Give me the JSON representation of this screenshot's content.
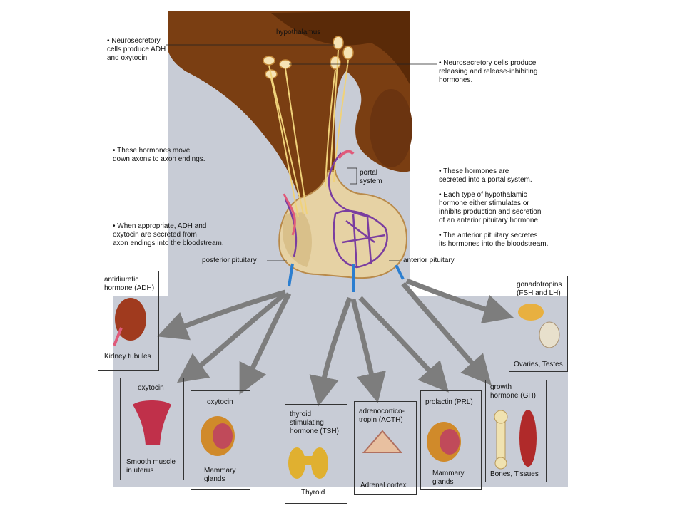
{
  "labels": {
    "hypothalamus": "hypothalamus",
    "neuro_adh": "• Neurosecretory\n  cells produce ADH\n  and oxytocin.",
    "neuro_releasing": "• Neurosecretory cells produce\n  releasing and release-inhibiting\n  hormones.",
    "hormones_move": "• These hormones move\n  down axons to axon endings.",
    "when_appropriate": "• When appropriate, ADH and\n  oxytocin are secreted from\n  axon endings into the bloodstream.",
    "portal_system": "portal\nsystem",
    "secreted_portal": "• These hormones are\n  secreted into a portal system.",
    "each_type": "• Each type of hypothalamic\n  hormone either stimulates or\n  inhibits production and secretion\n  of an anterior pituitary hormone.",
    "anterior_secretes": "• The anterior pituitary secretes\n  its hormones into the bloodstream.",
    "posterior_pituitary": "posterior pituitary",
    "anterior_pituitary": "anterior pituitary"
  },
  "targets": [
    {
      "hormone": "antidiuretic\nhormone (ADH)",
      "organ": "Kidney tubules"
    },
    {
      "hormone": "oxytocin",
      "organ": "Smooth muscle\nin uterus"
    },
    {
      "hormone": "oxytocin",
      "organ": "Mammary\nglands"
    },
    {
      "hormone": "thyroid\nstimulating\nhormone (TSH)",
      "organ": "Thyroid"
    },
    {
      "hormone": "adrenocortico-\ntropin (ACTH)",
      "organ": "Adrenal cortex"
    },
    {
      "hormone": "prolactin (PRL)",
      "organ": "Mammary\nglands"
    },
    {
      "hormone": "growth\nhormone (GH)",
      "organ": "Bones, Tissues"
    },
    {
      "hormone": "gonadotropins\n(FSH and LH)",
      "organ": "Ovaries, Testes"
    }
  ]
}
